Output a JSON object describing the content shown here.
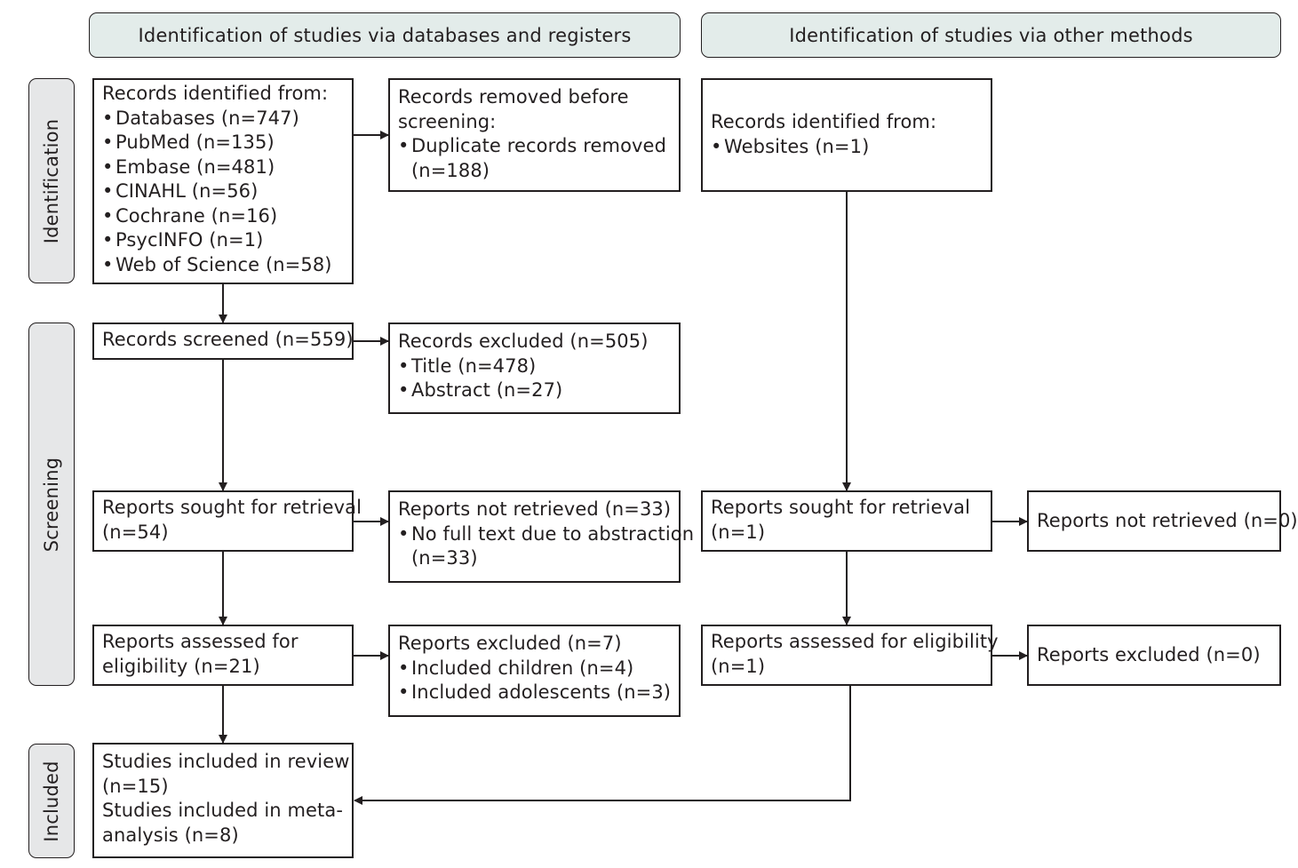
{
  "headers": {
    "databases": "Identification of studies via databases and registers",
    "other": "Identification of studies via other methods"
  },
  "phases": {
    "identification": "Identification",
    "screening": "Screening",
    "included": "Included"
  },
  "left": {
    "identified": {
      "title": "Records identified from:",
      "items": [
        "Databases (n=747)",
        "PubMed (n=135)",
        "Embase (n=481)",
        "CINAHL (n=56)",
        "Cochrane (n=16)",
        "PsycINFO (n=1)",
        "Web of Science (n=58)"
      ]
    },
    "removed": {
      "line1": "Records removed before",
      "line2": "screening:",
      "item": "Duplicate records removed",
      "item_cont": "(n=188)"
    },
    "screened": {
      "line1": "Records screened (n=559)"
    },
    "excluded": {
      "title": "Records excluded (n=505)",
      "items": [
        "Title (n=478)",
        "Abstract (n=27)"
      ]
    },
    "sought": {
      "line1": "Reports sought for retrieval",
      "line2": "(n=54)"
    },
    "not_retrieved": {
      "title": "Reports not retrieved (n=33)",
      "item": "No full text due to abstraction",
      "item_cont": "(n=33)"
    },
    "assessed": {
      "line1": "Reports assessed for",
      "line2": "eligibility (n=21)"
    },
    "reports_excluded": {
      "title": "Reports excluded (n=7)",
      "items": [
        "Included children (n=4)",
        "Included adolescents (n=3)"
      ]
    },
    "included": {
      "line1": "Studies included in review",
      "line2": "(n=15)",
      "line3": "Studies included in meta-",
      "line4": "analysis (n=8)"
    }
  },
  "right": {
    "identified": {
      "title": "Records identified from:",
      "item": "Websites (n=1)"
    },
    "sought": {
      "line1": "Reports sought for retrieval",
      "line2": "(n=1)"
    },
    "not_retrieved": {
      "line1": "Reports not retrieved (n=0)"
    },
    "assessed": {
      "line1": "Reports assessed for eligibility",
      "line2": "(n=1)"
    },
    "excluded": {
      "line1": "Reports excluded (n=0)"
    }
  },
  "colors": {
    "header_fill": "#e3ecea",
    "phase_fill": "#e6e7e8",
    "line": "#231f20"
  }
}
